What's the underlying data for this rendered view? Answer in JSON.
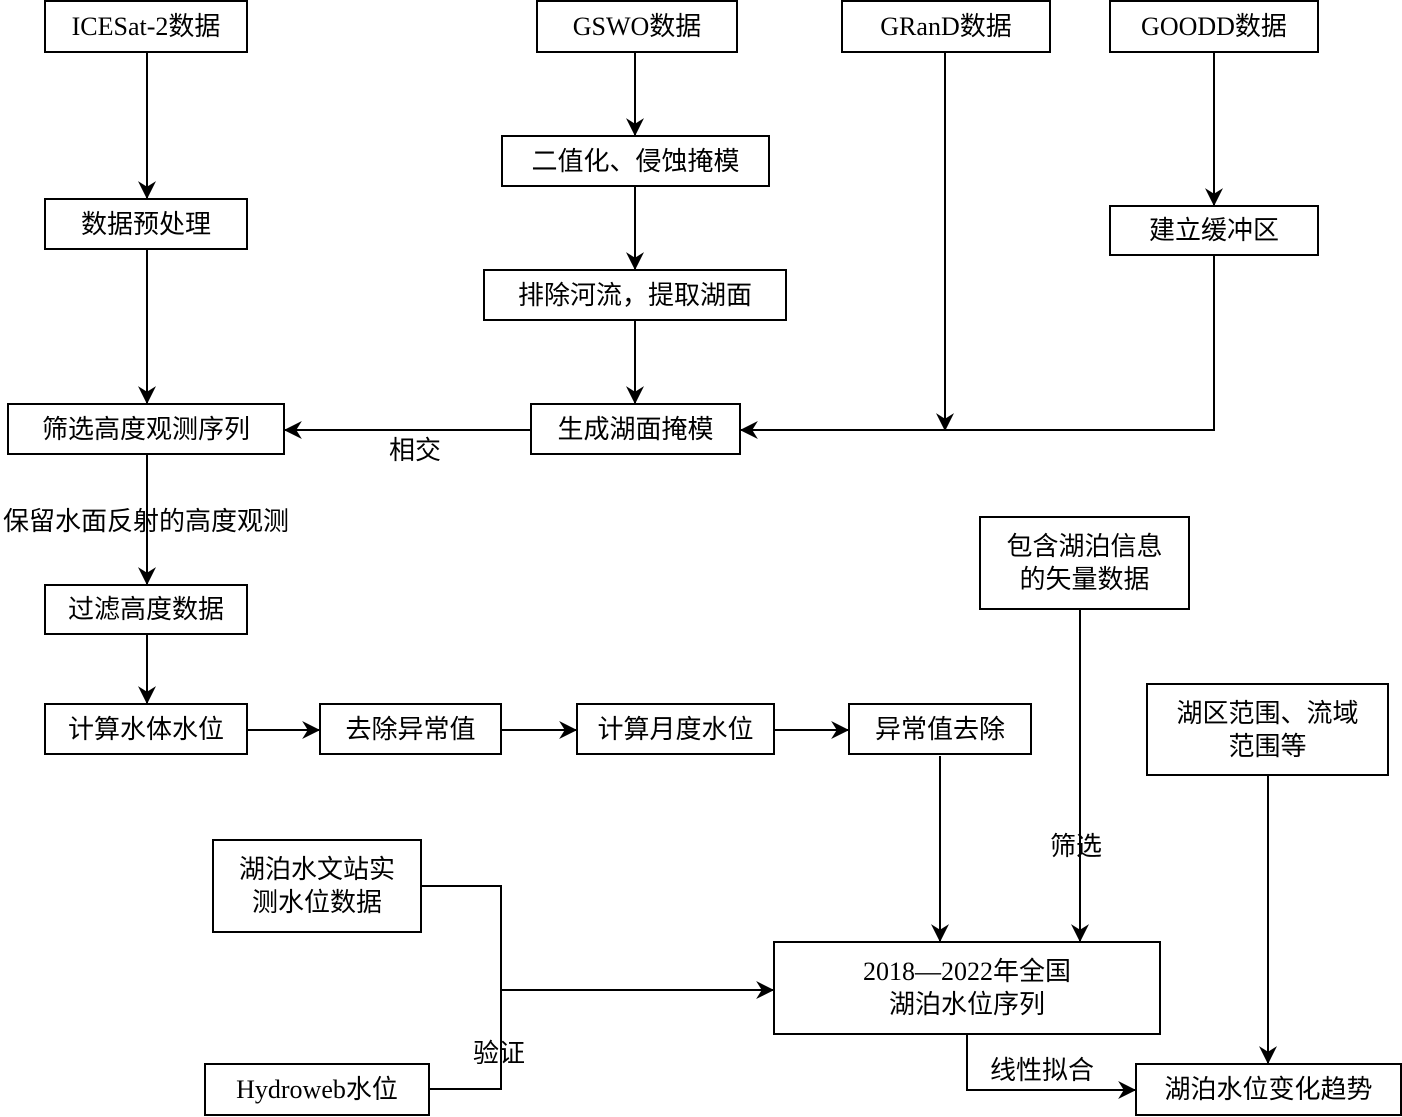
{
  "diagram": {
    "nodes": {
      "icesat": "ICESat-2数据",
      "gswo": "GSWO数据",
      "grand": "GRanD数据",
      "goodd": "GOODD数据",
      "binarize": "二值化、侵蚀掩模",
      "preprocess": "数据预处理",
      "buffer": "建立缓冲区",
      "exclude_rivers": "排除河流，提取湖面",
      "filter_sequence": "筛选高度观测序列",
      "lake_mask": "生成湖面掩模",
      "filter_height": "过滤高度数据",
      "vector_data": "包含湖泊信息\n的矢量数据",
      "calc_level": "计算水体水位",
      "remove_outlier": "去除异常值",
      "monthly_level": "计算月度水位",
      "outlier_removal": "异常值去除",
      "lake_range": "湖区范围、流域\n范围等",
      "station_data": "湖泊水文站实\n测水位数据",
      "series": "2018—2022年全国\n湖泊水位序列",
      "hydroweb": "Hydroweb水位",
      "trend": "湖泊水位变化趋势"
    },
    "edge_labels": {
      "intersect": "相交",
      "keep_water": "保留水面反射的高度观测",
      "screen": "筛选",
      "validate": "验证",
      "linear_fit": "线性拟合"
    }
  }
}
